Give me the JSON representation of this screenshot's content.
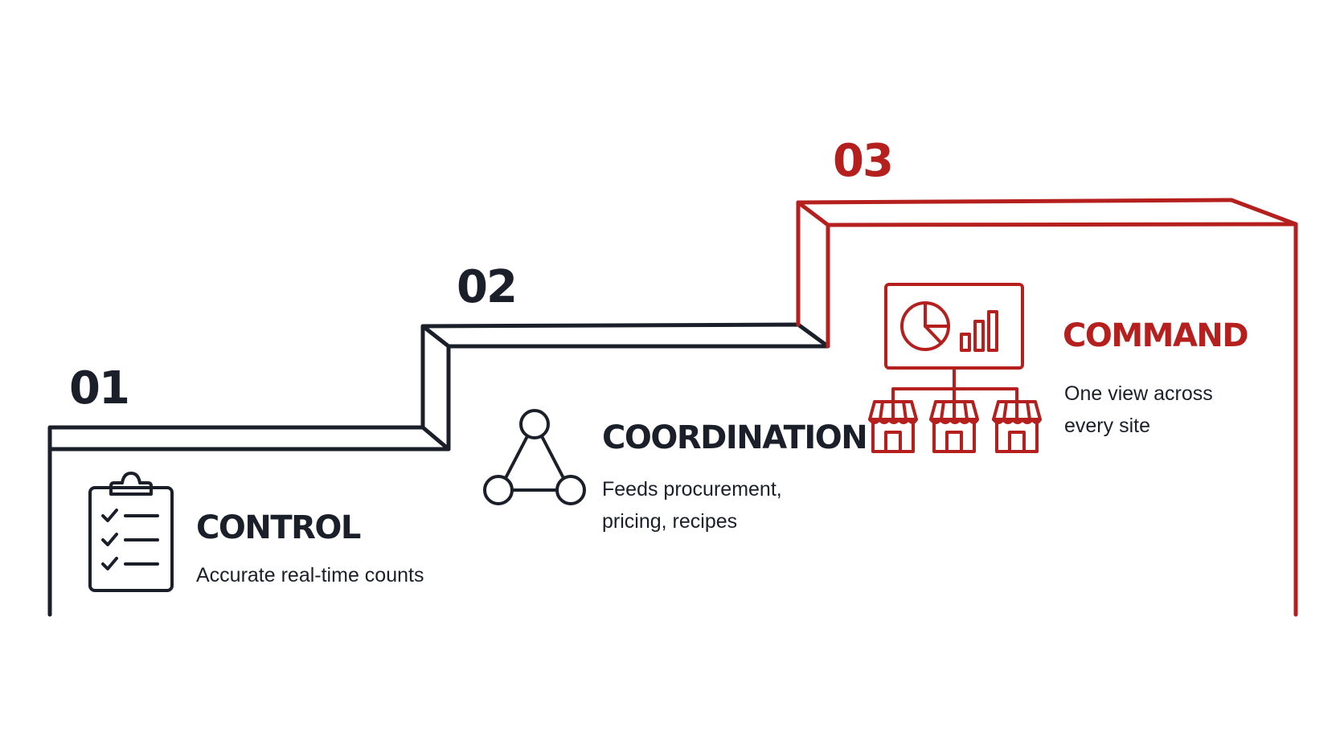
{
  "colors": {
    "dark": "#1b1f2a",
    "accent": "#b5201f",
    "background": "#ffffff"
  },
  "steps": [
    {
      "number": "01",
      "title": "CONTROL",
      "description": "Accurate real-time counts",
      "icon": "clipboard-checklist-icon"
    },
    {
      "number": "02",
      "title": "COORDINATION",
      "description_lines": [
        "Feeds procurement,",
        "pricing, recipes"
      ],
      "icon": "network-triangle-icon"
    },
    {
      "number": "03",
      "title": "COMMAND",
      "description_lines": [
        "One view across",
        "every site"
      ],
      "icon": "dashboard-stores-icon"
    }
  ]
}
